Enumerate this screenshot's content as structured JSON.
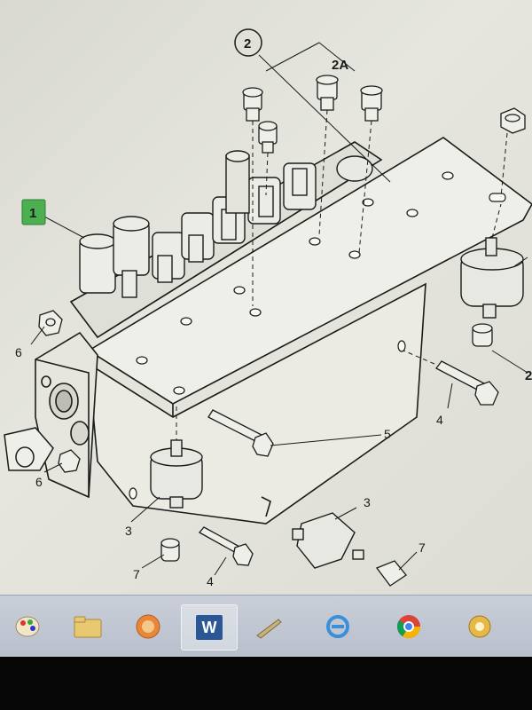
{
  "diagram": {
    "callouts": {
      "c1": "1",
      "c2": "2",
      "c2a": "2A",
      "c2b": "2",
      "c3a": "3",
      "c3b": "3",
      "c4a": "4",
      "c4b": "4",
      "c5": "5",
      "c6a": "6",
      "c6b": "6",
      "c7a": "7",
      "c7b": "7"
    },
    "highlight_color": "#4caf50"
  },
  "taskbar": {
    "apps": [
      {
        "icon": "paint-icon"
      },
      {
        "icon": "explorer-icon"
      },
      {
        "icon": "firefox-icon"
      },
      {
        "icon": "word-icon",
        "glyph": "W",
        "active": true
      },
      {
        "icon": "pen-icon"
      },
      {
        "icon": "ie-icon"
      },
      {
        "icon": "chrome-icon"
      },
      {
        "icon": "app-icon"
      }
    ]
  }
}
